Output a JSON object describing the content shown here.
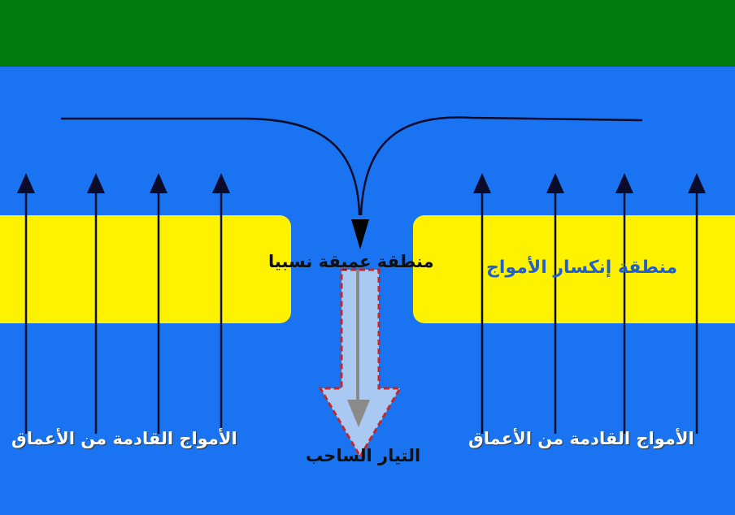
{
  "labels": {
    "incoming_waves_left": "الأمواج القادمة من الأعماق",
    "incoming_waves_right": "الأمواج القادمة من الأعماق",
    "deep_zone": "منطقة عميقة نسبيا",
    "breaking_zone": "منطقة إنكسار الأمواج",
    "rip_current": "التيار الساحب"
  },
  "colors": {
    "shore": "#007a0c",
    "sea": "#1a73f0",
    "sandbar": "#fff200",
    "current_fill": "#a9c9f2",
    "current_outline": "#c0282a",
    "arrow": "#0b0b2a"
  },
  "icons": {
    "wave_arrow": "up-arrow-icon",
    "converging_flow": "down-arrow-icon",
    "rip_current": "down-arrow-icon"
  }
}
